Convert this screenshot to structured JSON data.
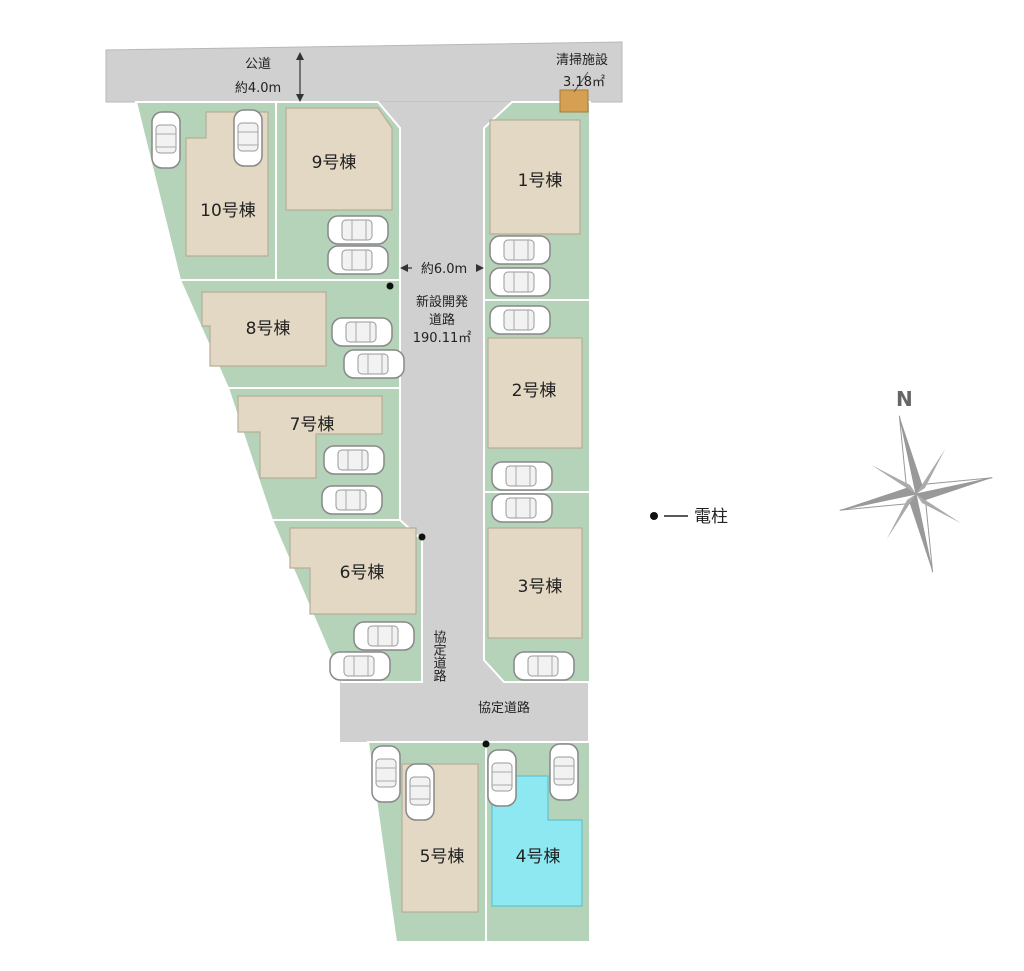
{
  "roads": {
    "public_road_name": "公道",
    "public_road_width": "約4.0m",
    "new_road_width": "約6.0m",
    "new_road_name_line1": "新設開発",
    "new_road_name_line2": "道路",
    "new_road_area": "190.11㎡",
    "agreement_road_vertical": "協定道路",
    "agreement_road_horizontal": "協定道路"
  },
  "facility": {
    "name": "清掃施設",
    "area": "3.18㎡"
  },
  "buildings": {
    "b1": "1号棟",
    "b2": "2号棟",
    "b3": "3号棟",
    "b4": "4号棟",
    "b5": "5号棟",
    "b6": "6号棟",
    "b7": "7号棟",
    "b8": "8号棟",
    "b9": "9号棟",
    "b10": "10号棟"
  },
  "legend": {
    "utility_pole": "電柱"
  },
  "compass": {
    "north_label": "N"
  },
  "colors": {
    "lot_green": "#b5d3b8",
    "road_gray": "#d0d0d0",
    "building_tan": "#e3d8c3",
    "highlight_cyan": "#8ee8f2",
    "facility_orange": "#d6a054"
  }
}
